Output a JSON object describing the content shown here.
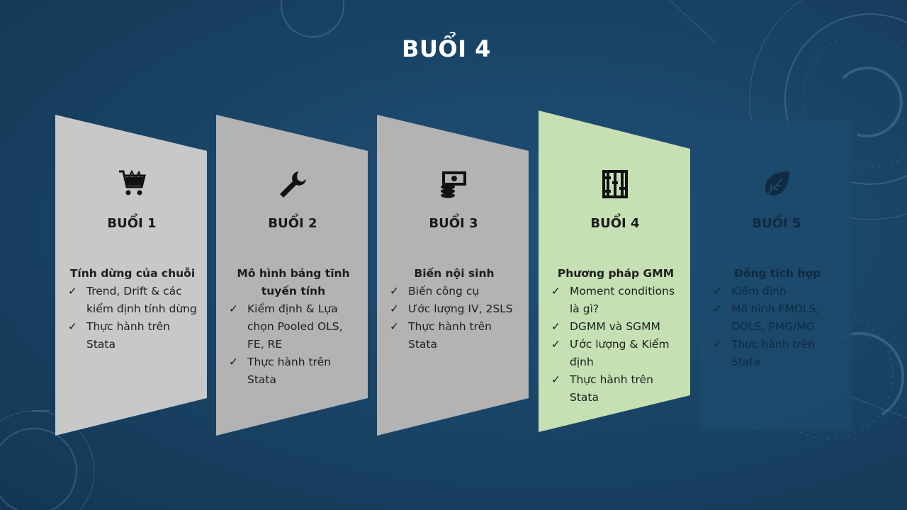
{
  "slide": {
    "title": "BUỔI 4"
  },
  "cards": [
    {
      "title": "BUỔI 1",
      "icon": "shopping-cart-icon",
      "heading": "Tính dừng của chuỗi",
      "items": [
        "Trend, Drift & các kiểm định tính dừng",
        "Thực hành trên Stata"
      ],
      "color": "#c8c8c8"
    },
    {
      "title": "BUỔI 2",
      "icon": "wrench-icon",
      "heading": "Mô hình bảng tĩnh tuyến tính",
      "items": [
        "Kiểm định & Lựa chọn Pooled OLS, FE, RE",
        "Thực hành trên Stata"
      ],
      "color": "#b3b3b3"
    },
    {
      "title": "BUỔI 3",
      "icon": "money-coins-icon",
      "heading": "Biến nội sinh",
      "items": [
        "Biến công cụ",
        "Ước lượng IV, 2SLS",
        "Thực hành trên Stata"
      ],
      "color": "#b3b3b3"
    },
    {
      "title": "BUỔI 4",
      "icon": "abacus-icon",
      "heading": "Phương pháp GMM",
      "items": [
        "Moment conditions là gì?",
        "DGMM và SGMM",
        "Ước lượng & Kiểm định",
        "Thực hành trên Stata"
      ],
      "color": "#c5e0b3"
    },
    {
      "title": "BUỔI 5",
      "icon": "leaf-icon",
      "heading": "Đồng tích hợp",
      "items": [
        "Kiểm định",
        "Mô hình FMOLS, DOLS, PMG/MG",
        "Thực hành trên Stata"
      ],
      "color": "#1c4a6c"
    }
  ]
}
